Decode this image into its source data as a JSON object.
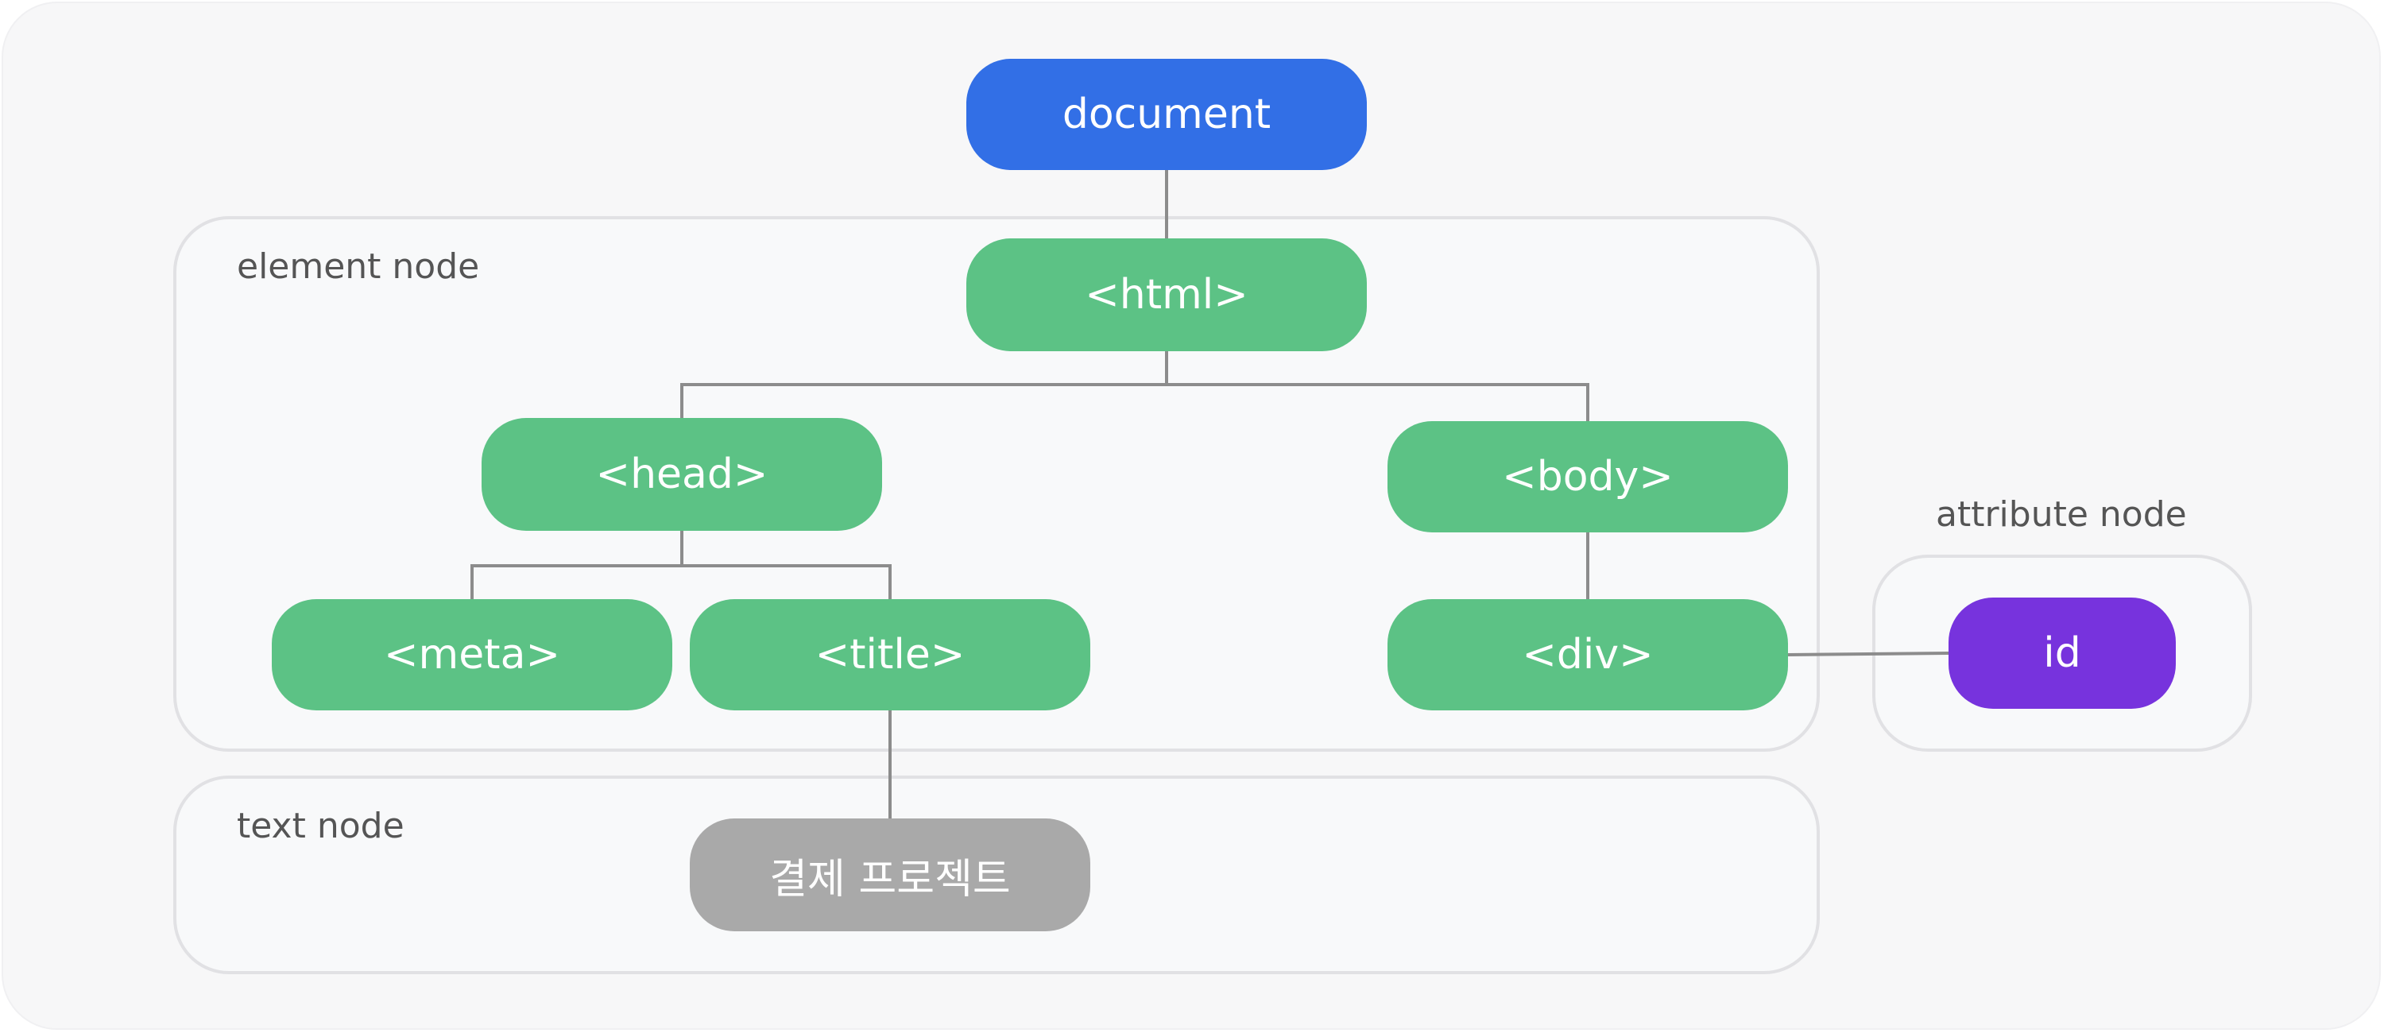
{
  "colors": {
    "document": "#326fe6",
    "element": "#5cc285",
    "text": "#a9a9a9",
    "attribute": "#7733dd",
    "edge": "#8c8c8c",
    "group_border": "#e1e1e4",
    "background": "#f7f7f8"
  },
  "groups": {
    "element": "element node",
    "text": "text node",
    "attribute": "attribute node"
  },
  "nodes": {
    "document": "document",
    "html": "<html>",
    "head": "<head>",
    "body": "<body>",
    "meta": "<meta>",
    "title": "<title>",
    "div": "<div>",
    "text": "결제 프로젝트",
    "id": "id"
  },
  "edges": [
    [
      "document",
      "html"
    ],
    [
      "html",
      "head"
    ],
    [
      "html",
      "body"
    ],
    [
      "head",
      "meta"
    ],
    [
      "head",
      "title"
    ],
    [
      "body",
      "div"
    ],
    [
      "title",
      "text"
    ],
    [
      "div",
      "id"
    ]
  ]
}
